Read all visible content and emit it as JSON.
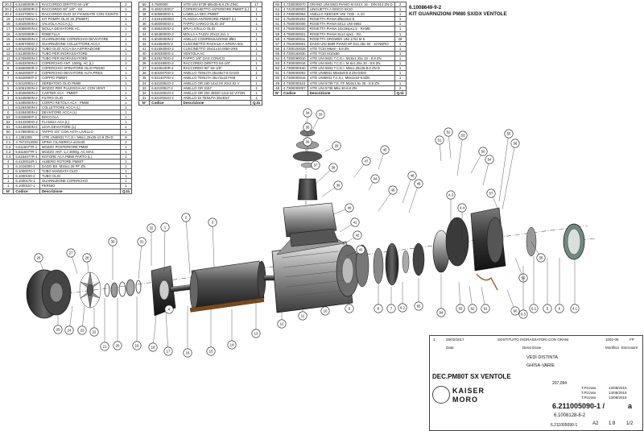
{
  "table1": {
    "header": {
      "n": "N°",
      "code": "Codice",
      "desc": "Descrizione",
      "qty": "Q.tà"
    },
    "rows": [
      [
        "20.3",
        "6.5248000R-3",
        "RACCORDO DIRITTO 6X-1/8\"",
        "2"
      ],
      [
        "20.2",
        "6.5248000R-2",
        "RACCORDO 90° 1/8\" - 6X",
        "1"
      ],
      [
        "20.1",
        "6.5247000V-1",
        "RACCORDO OLIO 3X FIANGIATE CON GIUNTO",
        "1"
      ],
      [
        "19",
        "6.5237000U-1",
        "KIT POMPA OLIO 3X (PM80T)",
        "1"
      ],
      [
        "18",
        "6.5025000N-2",
        "VALVOLA ACCA (L)",
        "1"
      ],
      [
        "17",
        "6.5058000N-2",
        "MOLLA DEVIATORE AC.",
        "1"
      ],
      [
        "16",
        "6.5020000R-2",
        "ROBETLLA",
        "1"
      ],
      [
        "15",
        "6.5056000N-2",
        "GUARNIZIONE COPERCHIO DEVIATORE",
        "1"
      ],
      [
        "14",
        "6.5007000O-2",
        "GUARNIZIONE COLLETTORE ACCA",
        "1"
      ],
      [
        "13",
        "6.5010000Z-2",
        "TUBO OLIO ACCA DA ASPIRAZIONE",
        "1"
      ],
      [
        "12",
        "6.5138000N-2",
        "TUBO PER INGRASSATORE",
        "1"
      ],
      [
        "11",
        "6.5759000N-2",
        "TUBO PER INGRASSATORE",
        "1"
      ],
      [
        "10",
        "6.6532000N-2",
        "COPERCHIO ANT. 1000g. AC (L)",
        "2"
      ],
      [
        "9",
        "6.5650000R-2",
        "COPERCHIO SPINATORE OLIO PM100",
        "1"
      ],
      [
        "8",
        "6.5620000T-2",
        "COPERCHIO DEVIATORE ALTA PRES.",
        "1"
      ],
      [
        "7",
        "6.5620000T-2",
        "COPPIO PM80T",
        "1"
      ],
      [
        "6",
        "6.5010000U-2",
        "SERBATOIO OLIO PM80",
        "1"
      ],
      [
        "5",
        "6.5051000N-2",
        "MOZZO PER PULEGGIA AC CON VENT.",
        "1"
      ],
      [
        "4",
        "6.5036000N-2",
        "CARTER ACA - PM80T",
        "1"
      ],
      [
        "3",
        "6.5445000N-2",
        "FILTRO OLIO",
        "1"
      ],
      [
        "2",
        "6.5495000N-2",
        "CORPO RETOLA ACA - PM80",
        "1"
      ],
      [
        "1",
        "6.5294000N-2",
        "COLLETTORE ACCA (L)",
        "1"
      ],
      [
        "0",
        "6.5294000N-2",
        "DEVIATORE ACCA (L)",
        "1"
      ],
      [
        "53",
        "6.5328000T-2",
        "BOCCOLA",
        "1"
      ],
      [
        "52",
        "6.5142000O-2",
        "FLANGIA ACA (L)",
        "1"
      ],
      [
        "51",
        "6.5138000N-2",
        "LEVA DEVIATORE (L)",
        "1"
      ],
      [
        "50",
        "6.5785000G-2",
        "TAPPO 3/4\" CON ASTA LIVELLO",
        "1"
      ],
      [
        "6.1",
        "4.1381009",
        "VITE UNI5931 T.C.E.I. M6x1.25x25-10.9 ZN-D",
        "8"
      ],
      [
        "4.1",
        "4.7571013000",
        "SPINA CILINDRICA ø10x30",
        "2"
      ],
      [
        "6.3",
        "6.6116077R-1",
        "MOZZO POSTERIORE PM80",
        "1"
      ],
      [
        "4.3",
        "6.6116077R-1",
        "MOZZO ANT. 1,2 3000g. AC MAC",
        "1"
      ],
      [
        "4.4",
        "6.6154077R-1",
        "ROTORE ACA PM80 PARTO (L)",
        "1"
      ],
      [
        "4",
        "6.4100011R-1",
        "ALBERO ROTORE PM80T",
        "1"
      ],
      [
        "3",
        "6.1016000-1",
        "DADO BS. M16x1.28 PF ZN",
        "1"
      ],
      [
        "2",
        "6.1000070-1",
        "TUBO MANDATA OLIO",
        "1"
      ],
      [
        "1",
        "6.1000100-2",
        "TUBO OLIO",
        "1"
      ],
      [
        "1",
        "6.1000175-1",
        "GUARNIZIONE COPERCHIO",
        "1"
      ],
      [
        "1",
        "6.1000157-1",
        "PERNIO",
        "1"
      ]
    ]
  },
  "table2": {
    "header": {
      "n": "N°",
      "code": "Codice",
      "desc": "Descrizione",
      "qty": "Q.tà"
    },
    "rows": [
      [
        "50",
        "4.7500000",
        "VITE UNI 5738 M6x35-8.8 ZN ZINC",
        "17"
      ],
      [
        "49",
        "6.4602100017",
        "COPERCHIETTO ANTERIORE PM80T (L)",
        "1"
      ],
      [
        "48",
        "6.5059000O-1",
        "LAMELLA DEC.PM80T",
        "1"
      ],
      [
        "47",
        "4.5191000003",
        "FLANGIA ANTERIORE PM80T (L)",
        "1"
      ],
      [
        "46",
        "6.5600000O-2",
        "TAPPO CARICO OLIO 3/4\"",
        "1"
      ],
      [
        "45",
        "6.5652000O-2",
        "SPIA LIVELLO OLIO",
        "1"
      ],
      [
        "44",
        "6.5648000O-2",
        "MOLLA A TAZZA 20x12,2x1.1",
        "1"
      ],
      [
        "43",
        "6.5030000N-2",
        "ANELLO COMPENSAZIONE Ø60",
        "1"
      ],
      [
        "42",
        "6.5155000V-2",
        "CUSCINETTO RADIALE A SFERA 60x",
        "1"
      ],
      [
        "41",
        "6.5155000O-2",
        "CUSCINETTO 20x11x10.0050-2RS",
        "1"
      ],
      [
        "40",
        "6.5003000G-2",
        "VENTOLA AC",
        "1"
      ],
      [
        "39",
        "6.5292700O-2",
        "TAPPO 1/8\" GAS CONICO",
        "1"
      ],
      [
        "38",
        "6.5024800O-2",
        "RACCORDO DIRITTO 6X-1/8\"",
        "1"
      ],
      [
        "37",
        "6.5246100R-2",
        "RACCORDO 90° 6X-1/8\"",
        "1"
      ],
      [
        "36",
        "6.5010070O-2",
        "ANELLO TENUTA 25x40x7-8 GASO",
        "1"
      ],
      [
        "35",
        "6.5214070O-2",
        "ANELLO TENUTA 35x72x10 FKM",
        "1"
      ],
      [
        "34",
        "6.5210051O-2",
        "ANELLO OR 260 14x2.00 20x2.52 V",
        "1"
      ],
      [
        "33",
        "6.5210051T-2",
        "ANELLO OR 3157",
        "1"
      ],
      [
        "32",
        "6.5210051O-2",
        "ANELLO OR 202 45520 12x2.52 VITON",
        "1"
      ],
      [
        "31",
        "6.5210004O-2",
        "ANELLO DI TENUTA 25x40x7",
        "1"
      ]
    ]
  },
  "table3": {
    "header": {
      "n": "N°",
      "code": "Codice",
      "desc": "Descrizione",
      "qty": "Q.tà"
    },
    "rows": [
      [
        "65",
        "4.7330000070",
        "GRANO UNI 5923 PIANO M 6X1X 16 - DIN 914 ZN D",
        "2"
      ],
      [
        "64",
        "4.7410000003",
        "LINGUETTA A DISCO 6X10",
        "1"
      ],
      [
        "63",
        "4.7480000064",
        "ANELLO SEEGER UNI 7435 - A-10",
        "1"
      ],
      [
        "62",
        "4.7520000204",
        "ROSETTA PIANA Ø6x32x2.5",
        "1"
      ],
      [
        "61",
        "4.7550000006",
        "ROSETTA PIANA 6X12 UNI 6592",
        "1"
      ],
      [
        "60",
        "4.7550000020",
        "ROSETTA PIANA 10x19spx1.5 - RAME",
        "1"
      ],
      [
        "59",
        "4.7550000021",
        "ROSETTA PIANA 8x14 spx1 - RA",
        "1"
      ],
      [
        "58",
        "4.7550000011",
        "ROSETTA GROWER UNI 1751 M 6",
        "28"
      ],
      [
        "57",
        "4.7510000001",
        "DADO UNI 5589 PIANO 6P Dx1.25x 50 - 10-NERO",
        "1"
      ],
      [
        "56",
        "4.7300100028",
        "VITE TCEI M6x8 - 8.8 ZN",
        "1"
      ],
      [
        "55",
        "4.7300160030",
        "VITE TCEI M10x50",
        "1"
      ],
      [
        "54",
        "4.7300090010",
        "VITE UNI 5931 T.C.E.I. M16x1.25x 33 - 8.8 ZN",
        "1"
      ],
      [
        "53",
        "4.7300000016",
        "VITE UNI 5931 T.C.E.I. M 6x1.25x 30 - 8.8 ZN",
        "1"
      ],
      [
        "52",
        "4.7300000150",
        "VITE UNI 5931 T.C.E.I. M6x1.25x26-8.8 ZN D",
        "1"
      ],
      [
        "51",
        "4.7300000002",
        "VITE UNI5931 M5x6x8-8.8 ZN-DIDO",
        "1"
      ],
      [
        "50",
        "4.7300000016",
        "VITE UNI5931 T.C.E.I. M6x1x10-8.8ZN",
        "1"
      ],
      [
        "49",
        "4.7300000110",
        "VITE UNI 5739 T.E. FF M10x1.5x 35 - 8.8 ZN",
        "1"
      ],
      [
        "48",
        "4.7300000007",
        "VITE UNI 5738 M6x 30-8.8 ZN",
        "2"
      ]
    ]
  },
  "kit_title": [
    "6.1008649-9-2",
    "KIT GUARNIZIONI PM80 SX/DX VENTOLE"
  ],
  "title_block": {
    "rev_no": "1",
    "rev_date": "28/02/2017",
    "rev_desc": "SOSTITUITO INGRASSATORI CON GRANI",
    "rev_code": "1002-06",
    "rev_init": "FP",
    "col_data": "Data",
    "col_desc": "Descrizione",
    "col_mod": "Modifica",
    "col_exec": "Esecutore",
    "material_label": "VEDI DISTINTA",
    "treatment_label": "GHISA-VARIE",
    "drawing_title": "DEC.PM80T SX VENTOLE",
    "weight": "207,094",
    "brand_top": "KAISER",
    "brand_bottom": "MORO",
    "drawn_by": "T.Pizzato",
    "drawn_date": "13/08/2015",
    "checked_by": "T.Pizzato",
    "checked_date": "13/08/2015",
    "approved_by": "T.Pizzato",
    "approved_date": "13/08/2016",
    "drawing_number": "6.211005090-1 /",
    "rev_letter": "a",
    "ref_number": "6.1008128-8-2",
    "file_number": "6.211005090-1",
    "format": "A2",
    "scale": "1:8",
    "sheet": "1/2"
  },
  "balloons": [
    "34",
    "35",
    "36",
    "33",
    "37",
    "38",
    "39",
    "40",
    "41",
    "42",
    "43",
    "44",
    "45",
    "46",
    "29",
    "47",
    "48",
    "49",
    "50",
    "51",
    "52",
    "53",
    "54",
    "55",
    "56",
    "57",
    "58",
    "59",
    "60",
    "61",
    "62",
    "63",
    "64",
    "65",
    "6.2",
    "7",
    "8",
    "9",
    "10",
    "11",
    "12",
    "13",
    "14",
    "15",
    "16",
    "17",
    "18",
    "19",
    "20",
    "21",
    "22",
    "23",
    "24",
    "25",
    "26",
    "27",
    "28",
    "30",
    "31",
    "32",
    "1",
    "2",
    "3",
    "4",
    "5",
    "6",
    "4.1",
    "6.1",
    "6.3",
    "4.3",
    "4.4"
  ]
}
